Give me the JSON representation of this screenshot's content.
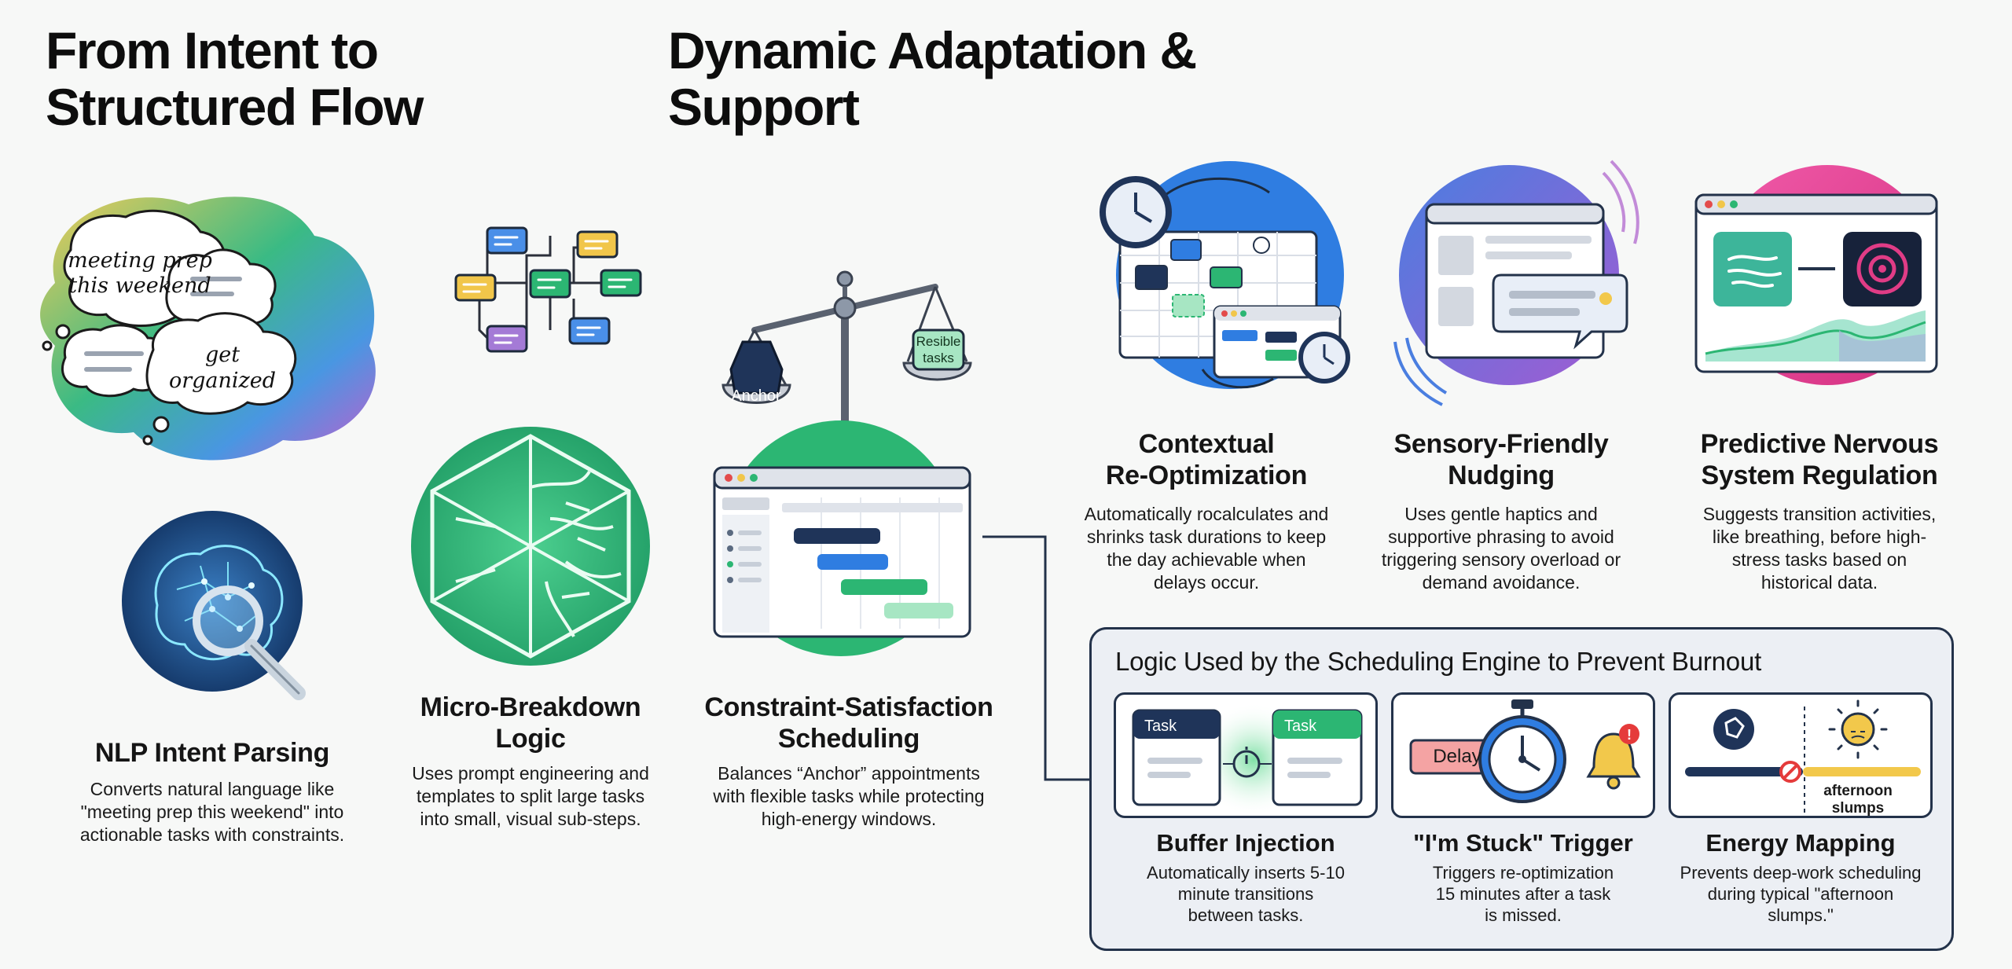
{
  "left_section": {
    "heading_lines": [
      "From Intent to",
      "Structured Flow"
    ]
  },
  "right_section": {
    "heading": "Dynamic Adaptation & Support"
  },
  "nlp": {
    "bubble1_lines": [
      "meeting prep",
      "this weekend"
    ],
    "bubble2_lines": [
      "get",
      "organized"
    ],
    "title": "NLP Intent Parsing",
    "desc_lines": [
      "Converts natural language like",
      "\"meeting prep this weekend\" into",
      "actionable tasks with constraints."
    ]
  },
  "micro": {
    "title_lines": [
      "Micro-Breakdown",
      "Logic"
    ],
    "desc_lines": [
      "Uses prompt engineering and",
      "templates to split large tasks",
      "into small, visual sub-steps."
    ]
  },
  "constraint": {
    "anchor_label": "Anchor",
    "flexible_lines": [
      "Resible",
      "tasks"
    ],
    "title_lines": [
      "Constraint-Satisfaction",
      "Scheduling"
    ],
    "desc_lines": [
      "Balances “Anchor” appointments",
      "with flexible tasks while protecting",
      "high-energy windows."
    ]
  },
  "contextual": {
    "title_lines": [
      "Contextual",
      "Re-Optimization"
    ],
    "desc_lines": [
      "Automatically rocalculates and",
      "shrinks task durations to keep",
      "the day achievable when",
      "delays occur."
    ]
  },
  "sensory": {
    "title_lines": [
      "Sensory-Friendly",
      "Nudging"
    ],
    "desc_lines": [
      "Uses gentle haptics and",
      "supportive phrasing to avoid",
      "triggering sensory overload or",
      "demand avoidance."
    ]
  },
  "predictive": {
    "title_lines": [
      "Predictive Nervous",
      "System Regulation"
    ],
    "desc_lines": [
      "Suggests transition activities,",
      "like breathing, before high-",
      "stress tasks based on",
      "historical data."
    ]
  },
  "logic_panel": {
    "title": "Logic Used by the Scheduling Engine to Prevent Burnout",
    "buffer": {
      "task_label_1": "Task",
      "task_label_2": "Task",
      "title": "Buffer Injection",
      "desc_lines": [
        "Automatically inserts 5-10",
        "minute transitions",
        "between tasks."
      ]
    },
    "stuck": {
      "delay_label": "Delay",
      "title": "\"I'm Stuck\" Trigger",
      "desc_lines": [
        "Triggers re-optimization",
        "15 minutes after a task",
        "is missed."
      ]
    },
    "energy": {
      "slump_lines": [
        "afternoon",
        "slumps"
      ],
      "title": "Energy Mapping",
      "desc_lines": [
        "Prevents deep-work scheduling",
        "during typical \"afternoon",
        "slumps.\""
      ]
    }
  },
  "colors": {
    "navy": "#23324a",
    "blue": "#2f7de1",
    "green": "#2cb673",
    "yellow": "#f2c84b",
    "purple": "#a47ad6",
    "pink": "#e8409b",
    "red": "#e53b3b"
  }
}
